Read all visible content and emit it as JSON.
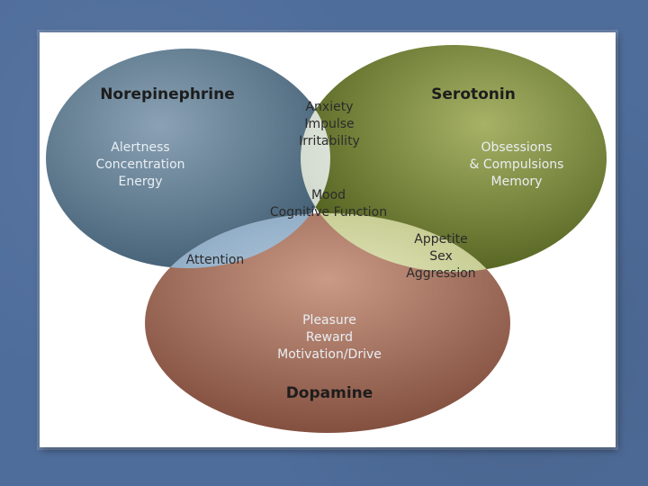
{
  "diagram": {
    "circles": {
      "norepinephrine": {
        "title": "Norepinephrine",
        "lines": [
          "Alertness",
          "Concentration",
          "Energy"
        ],
        "color": "#5f7e95"
      },
      "serotonin": {
        "title": "Serotonin",
        "lines": [
          "Obsessions",
          "& Compulsions",
          "Memory"
        ],
        "color": "#6f7f33"
      },
      "dopamine": {
        "title": "Dopamine",
        "lines": [
          "Pleasure",
          "Reward",
          "Motivation/Drive"
        ],
        "color": "#a8715f"
      }
    },
    "overlaps": {
      "norepinephrine_serotonin": {
        "lines": [
          "Anxiety",
          "Impulse",
          "Irritability"
        ],
        "color": "#e4eadf"
      },
      "norepinephrine_dopamine": {
        "lines": [
          "Attention"
        ],
        "color": "#9fb8cf"
      },
      "serotonin_dopamine": {
        "lines": [
          "Appetite",
          "Sex",
          "Aggression"
        ],
        "color": "#d4d8a4"
      },
      "center": {
        "lines": [
          "Mood",
          "Cognitive Function"
        ],
        "color": "#f2b653"
      }
    }
  }
}
